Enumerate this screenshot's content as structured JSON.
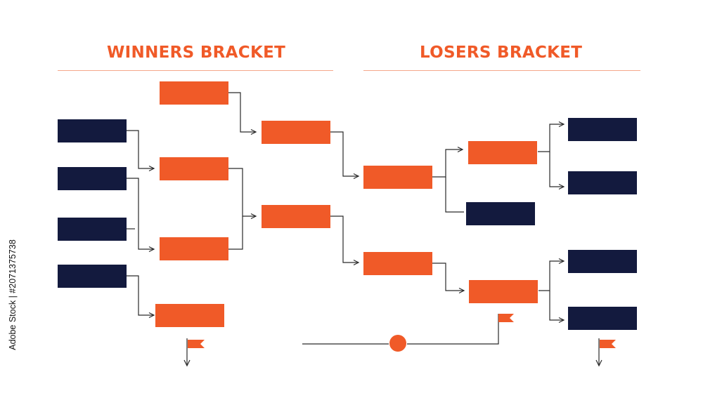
{
  "colors": {
    "orange": "#f05a28",
    "navy": "#131a3e",
    "line": "#2a2a2a",
    "rule": "#f5a78a"
  },
  "headings": {
    "winners": "WINNERS BRACKET",
    "losers": "LOSERS BRACKET"
  },
  "watermark": {
    "side_text": "Adobe Stock | #207137573​8"
  }
}
